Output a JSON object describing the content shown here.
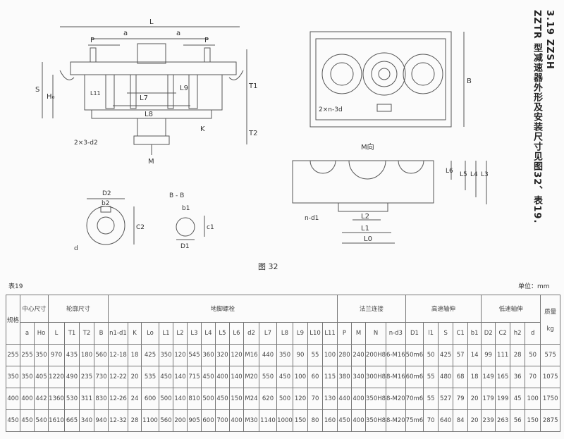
{
  "title": {
    "line1": "3.19  ZZSH",
    "line2": "ZZTR  型减速器外形及安装尺寸见图32、表19."
  },
  "figure": {
    "caption": "图 32",
    "labels": {
      "L": "L",
      "a": "a",
      "P": "P",
      "S": "S",
      "H0": "H₀",
      "T1": "T1",
      "T2": "T2",
      "L7": "L7",
      "L8": "L8",
      "L9": "L9",
      "L11": "L11",
      "K": "K",
      "M": "M",
      "d2": "2×3-d2",
      "B": "B",
      "n3d": "2×n-3d",
      "Mview": "M向",
      "L0": "L0",
      "L1": "L1",
      "L2": "L2",
      "L3": "L3",
      "L4": "L4",
      "L5": "L5",
      "L6": "L6",
      "nd1": "n-d1",
      "D2": "D2",
      "b2": "b2",
      "C2": "C2",
      "d": "d",
      "BB": "B - B",
      "b1": "b1",
      "c1": "c1",
      "D1": "D1"
    }
  },
  "table": {
    "label": "表19",
    "unit": "单位：mm",
    "spec_header": "规格",
    "groups": [
      "中心尺寸",
      "轮廓尺寸",
      "地脚螺栓",
      "法兰连接",
      "高速轴伸",
      "低速轴伸"
    ],
    "mass_header": "质量",
    "mass_unit": "kg",
    "columns": [
      "a",
      "Ho",
      "L",
      "T1",
      "T2",
      "B",
      "n1-d1",
      "K",
      "Lo",
      "L1",
      "L2",
      "L3",
      "L4",
      "L5",
      "L6",
      "d2",
      "L7",
      "L8",
      "L9",
      "L10",
      "L11",
      "P",
      "M",
      "N",
      "n-d3",
      "D1",
      "l1",
      "S",
      "C1",
      "b1",
      "D2",
      "C2",
      "h2",
      "d"
    ],
    "rows": [
      [
        "255",
        "255",
        "350",
        "970",
        "435",
        "180",
        "560",
        "12-18",
        "18",
        "425",
        "350",
        "120",
        "545",
        "360",
        "320",
        "120",
        "M16",
        "440",
        "350",
        "90",
        "55",
        "100",
        "280",
        "240",
        "200H8",
        "6-M16",
        "50m6",
        "50",
        "425",
        "57",
        "14",
        "99",
        "111",
        "28",
        "50",
        "575"
      ],
      [
        "350",
        "350",
        "405",
        "1220",
        "490",
        "235",
        "730",
        "12-22",
        "20",
        "535",
        "450",
        "140",
        "715",
        "450",
        "400",
        "140",
        "M20",
        "550",
        "450",
        "100",
        "60",
        "115",
        "380",
        "340",
        "300H8",
        "8-M16",
        "60m6",
        "55",
        "480",
        "68",
        "18",
        "149",
        "165",
        "36",
        "70",
        "1075"
      ],
      [
        "400",
        "400",
        "442",
        "1360",
        "530",
        "311",
        "830",
        "12-26",
        "24",
        "600",
        "500",
        "140",
        "810",
        "500",
        "450",
        "150",
        "M24",
        "620",
        "500",
        "120",
        "70",
        "130",
        "440",
        "400",
        "350H8",
        "8-M20",
        "70m6",
        "55",
        "527",
        "79",
        "20",
        "179",
        "199",
        "45",
        "100",
        "1750"
      ],
      [
        "450",
        "450",
        "540",
        "1610",
        "665",
        "340",
        "940",
        "12-32",
        "28",
        "1100",
        "560",
        "200",
        "905",
        "600",
        "700",
        "400",
        "M30",
        "1140",
        "1000",
        "150",
        "80",
        "160",
        "450",
        "400",
        "350H8",
        "8-M20",
        "75m6",
        "70",
        "640",
        "84",
        "20",
        "239",
        "263",
        "56",
        "150",
        "2875"
      ]
    ]
  }
}
